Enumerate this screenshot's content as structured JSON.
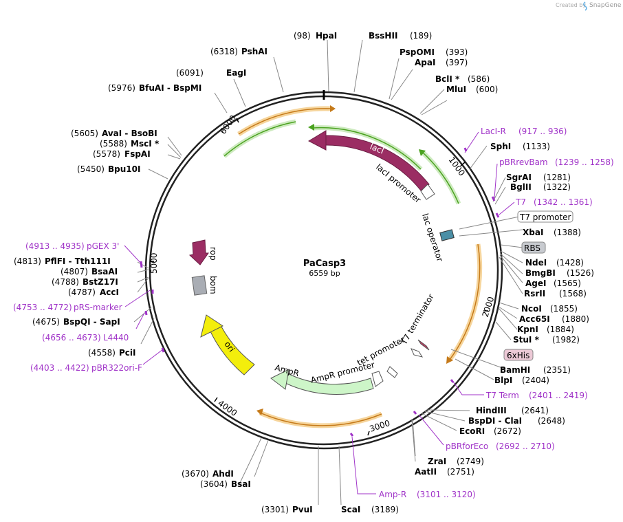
{
  "header": {
    "created_by": "Created by",
    "app": "SnapGene"
  },
  "plasmid": {
    "name": "PaCasp3",
    "length": "6559 bp"
  },
  "ticks": [
    "1000",
    "2000",
    "3000",
    "4000",
    "5000",
    "6000"
  ],
  "features": {
    "lacI": "lacI",
    "lacI_promoter": "lacI promoter",
    "lac_operator": "lac operator",
    "rop": "rop",
    "bom": "bom",
    "ori": "ori",
    "AmpR": "AmpR",
    "AmpR_promoter": "AmpR promoter",
    "tet_promoter": "tet promoter",
    "T7_terminator": "T7 terminator"
  },
  "sites": [
    {
      "id": "hpai",
      "name": "HpaI",
      "pos": "(98)"
    },
    {
      "id": "psha",
      "name": "PshAI",
      "pos": "(6318)"
    },
    {
      "id": "bsshii",
      "name": "BssHII",
      "pos": "(189)"
    },
    {
      "id": "pspomi",
      "name": "PspOMI",
      "pos": "(393)"
    },
    {
      "id": "apai",
      "name": "ApaI",
      "pos": "(397)"
    },
    {
      "id": "eagi",
      "name": "EagI",
      "pos": "(6091)"
    },
    {
      "id": "bcli",
      "name": "BclI *",
      "pos": "(586)"
    },
    {
      "id": "mlui",
      "name": "MluI",
      "pos": "(600)"
    },
    {
      "id": "bfuai",
      "name": "BfuAI  -  BspMI",
      "pos": "(5976)"
    },
    {
      "id": "avai",
      "name": "AvaI  -  BsoBI",
      "pos": "(5605)"
    },
    {
      "id": "msci",
      "name": "MscI *",
      "pos": "(5588)"
    },
    {
      "id": "fspai",
      "name": "FspAI",
      "pos": "(5578)"
    },
    {
      "id": "bpu10i",
      "name": "Bpu10I",
      "pos": "(5450)"
    },
    {
      "id": "sphi",
      "name": "SphI",
      "pos": "(1133)"
    },
    {
      "id": "sgrai",
      "name": "SgrAI",
      "pos": "(1281)"
    },
    {
      "id": "bglii",
      "name": "BglII",
      "pos": "(1322)"
    },
    {
      "id": "xbai",
      "name": "XbaI",
      "pos": "(1388)"
    },
    {
      "id": "ndei",
      "name": "NdeI",
      "pos": "(1428)"
    },
    {
      "id": "bmgbi",
      "name": "BmgBI",
      "pos": "(1526)"
    },
    {
      "id": "agei",
      "name": "AgeI",
      "pos": "(1565)"
    },
    {
      "id": "rsrii",
      "name": "RsrII",
      "pos": "(1568)"
    },
    {
      "id": "ncoi",
      "name": "NcoI",
      "pos": "(1855)"
    },
    {
      "id": "acc65i",
      "name": "Acc65I",
      "pos": "(1880)"
    },
    {
      "id": "kpni",
      "name": "KpnI",
      "pos": "(1884)"
    },
    {
      "id": "stui",
      "name": "StuI *",
      "pos": "(1982)"
    },
    {
      "id": "pflfi",
      "name": "PflFI  -  Tth111I",
      "pos": "(4813)"
    },
    {
      "id": "bsaai",
      "name": "BsaAI",
      "pos": "(4807)"
    },
    {
      "id": "bstz17i",
      "name": "BstZ17I",
      "pos": "(4788)"
    },
    {
      "id": "acci",
      "name": "AccI",
      "pos": "(4787)"
    },
    {
      "id": "bspqi",
      "name": "BspQI  -  SapI",
      "pos": "(4675)"
    },
    {
      "id": "pcii",
      "name": "PciI",
      "pos": "(4558)"
    },
    {
      "id": "bamhi",
      "name": "BamHI",
      "pos": "(2351)"
    },
    {
      "id": "blpi",
      "name": "BlpI",
      "pos": "(2404)"
    },
    {
      "id": "hindiii",
      "name": "HindIII",
      "pos": "(2641)"
    },
    {
      "id": "bspdi",
      "name": "BspDI  -  ClaI",
      "pos": "(2648)"
    },
    {
      "id": "ecori",
      "name": "EcoRI",
      "pos": "(2672)"
    },
    {
      "id": "zrai",
      "name": "ZraI",
      "pos": "(2749)"
    },
    {
      "id": "aatii",
      "name": "AatII",
      "pos": "(2751)"
    },
    {
      "id": "ahdi",
      "name": "AhdI",
      "pos": "(3670)"
    },
    {
      "id": "bsai",
      "name": "BsaI",
      "pos": "(3604)"
    },
    {
      "id": "pvui",
      "name": "PvuI",
      "pos": "(3301)"
    },
    {
      "id": "scai",
      "name": "ScaI",
      "pos": "(3189)"
    }
  ],
  "primers": [
    {
      "id": "laci_r",
      "name": "LacI-R",
      "range": "(917 .. 936)"
    },
    {
      "id": "pbrrevbam",
      "name": "pBRrevBam",
      "range": "(1239 .. 1258)"
    },
    {
      "id": "t7",
      "name": "T7",
      "range": "(1342 .. 1361)"
    },
    {
      "id": "pgex3",
      "name": "pGEX 3'",
      "range": "(4913 .. 4935)"
    },
    {
      "id": "prs_marker",
      "name": "pRS-marker",
      "range": "(4753 .. 4772)"
    },
    {
      "id": "l4440",
      "name": "L4440",
      "range": "(4656 .. 4673)"
    },
    {
      "id": "pbr322ori_f",
      "name": "pBR322ori-F",
      "range": "(4403 .. 4422)"
    },
    {
      "id": "t7_term",
      "name": "T7 Term",
      "range": "(2401 .. 2419)"
    },
    {
      "id": "pbrforeco",
      "name": "pBRforEco",
      "range": "(2692 .. 2710)"
    },
    {
      "id": "amp_r",
      "name": "Amp-R",
      "range": "(3101 .. 3120)"
    }
  ],
  "boxed": {
    "t7_promoter": "T7 promoter",
    "rbs": "RBS",
    "his": "6xHis"
  },
  "colors": {
    "lacI": "#9b2d63",
    "rop": "#9b2d63",
    "bom": "#a9adb4",
    "ori": "#f3ee0c",
    "AmpR": "#cdf5c8",
    "primer": "#a033c8",
    "orange_halo": "#f6d59c",
    "green_halo": "#cdeabf",
    "green_arrow": "#4aa21f",
    "orange_arrow": "#c57a1a"
  }
}
